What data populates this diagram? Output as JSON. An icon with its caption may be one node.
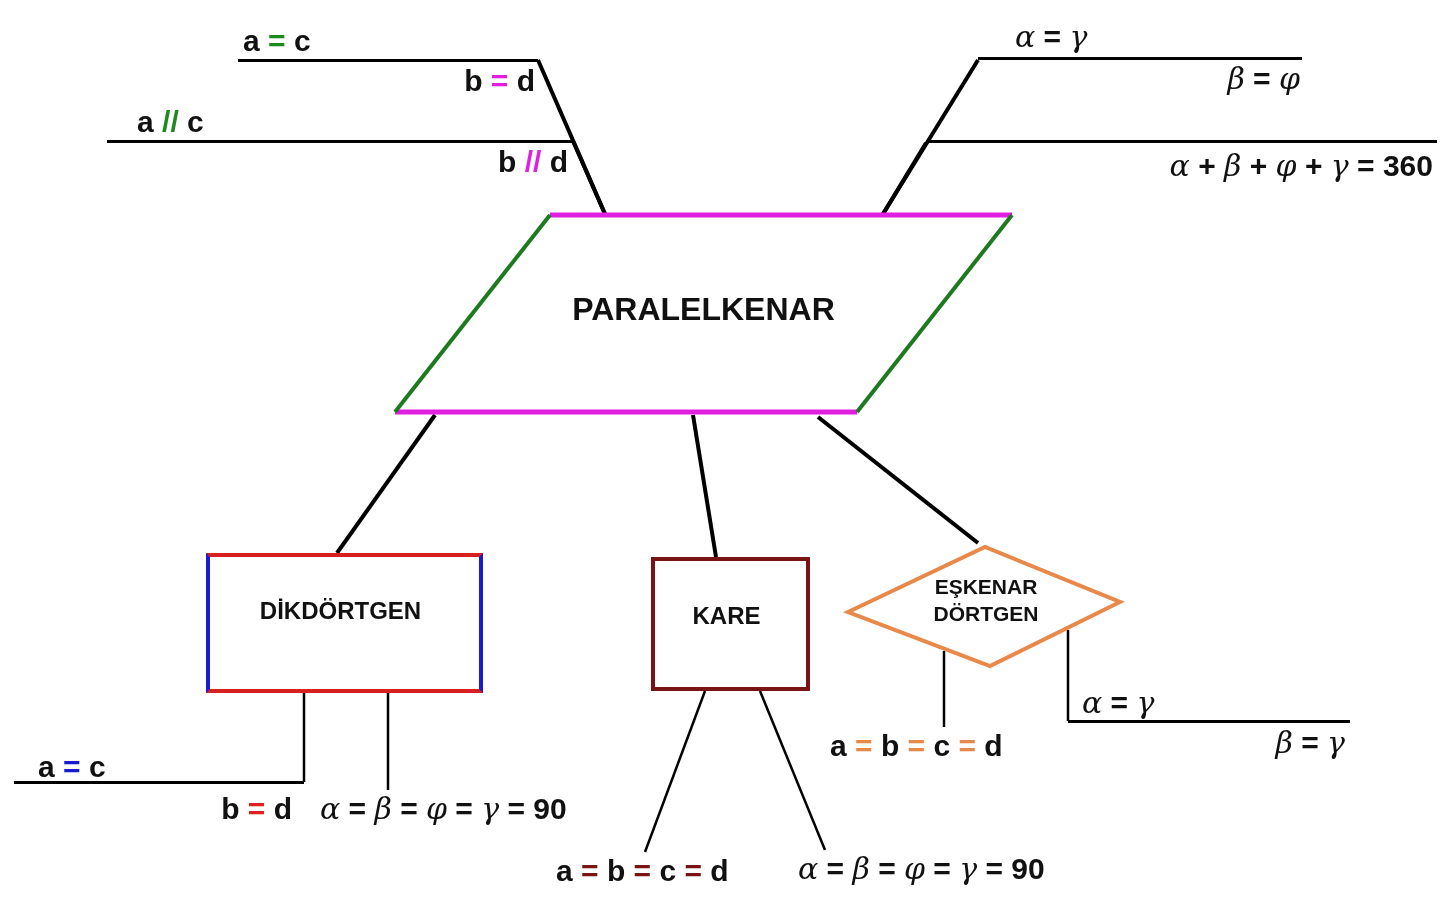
{
  "diagram": {
    "nodes": [
      {
        "text": [
          "PARALELKENAR"
        ]
      },
      {
        "text": [
          "a = c",
          "b = d"
        ]
      },
      {
        "text": [
          "a // c",
          "b // d"
        ]
      },
      {
        "text": [
          "α = γ",
          "β = φ"
        ]
      },
      {
        "text": [
          "α + β + φ + γ = 360"
        ]
      },
      {
        "text": [
          "DİKDÖRTGEN"
        ]
      },
      {
        "text": [
          "KARE"
        ]
      },
      {
        "text": [
          "EŞKENAR DÖRTGEN"
        ]
      },
      {
        "text": [
          "a = c",
          "b = d"
        ]
      },
      {
        "text": [
          "α = β = φ = γ = 90"
        ]
      },
      {
        "text": [
          "a = b = c = d"
        ]
      },
      {
        "text": [
          "α = β = φ = γ = 90"
        ]
      },
      {
        "text": [
          "a = b = c = d"
        ]
      },
      {
        "text": [
          "α = γ",
          "β = γ"
        ]
      }
    ],
    "edges": [
      {
        "from": 0,
        "to": 1,
        "arrow": "none"
      },
      {
        "from": 0,
        "to": 2,
        "arrow": "none"
      },
      {
        "from": 0,
        "to": 3,
        "arrow": "none"
      },
      {
        "from": 0,
        "to": 4,
        "arrow": "none"
      },
      {
        "from": 0,
        "to": 5,
        "arrow": "none"
      },
      {
        "from": 0,
        "to": 6,
        "arrow": "none"
      },
      {
        "from": 0,
        "to": 7,
        "arrow": "none"
      },
      {
        "from": 5,
        "to": 8,
        "arrow": "none"
      },
      {
        "from": 5,
        "to": 9,
        "arrow": "none"
      },
      {
        "from": 6,
        "to": 10,
        "arrow": "none"
      },
      {
        "from": 6,
        "to": 11,
        "arrow": "none"
      },
      {
        "from": 7,
        "to": 12,
        "arrow": "none"
      },
      {
        "from": 7,
        "to": 13,
        "arrow": "none"
      }
    ]
  }
}
